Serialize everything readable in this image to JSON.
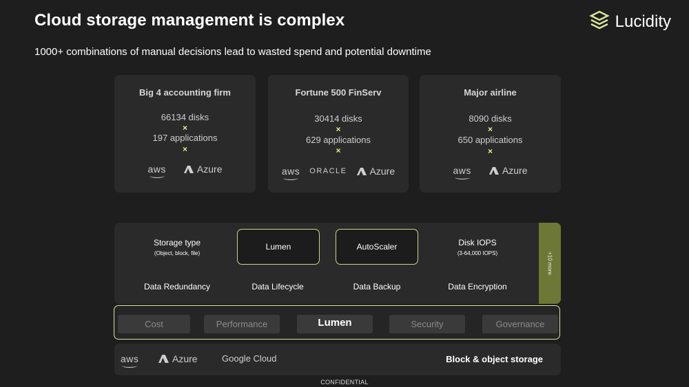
{
  "slide": {
    "title": "Cloud storage management is complex",
    "subtitle": "1000+ combinations of manual decisions lead to wasted spend and potential downtime",
    "brand": "Lucidity",
    "footer": "CONFIDENTIAL"
  },
  "cards": [
    {
      "title": "Big 4 accounting firm",
      "disks": "66134 disks",
      "x1": "×",
      "apps": "197 applications",
      "x2": "×",
      "logo_aws": "aws",
      "logo_oracle": "",
      "logo_azure": "Azure"
    },
    {
      "title": "Fortune 500 FinServ",
      "disks": "30414 disks",
      "x1": "×",
      "apps": "629 applications",
      "x2": "×",
      "logo_aws": "aws",
      "logo_oracle": "ORACLE",
      "logo_azure": "Azure"
    },
    {
      "title": "Major airline",
      "disks": "8090 disks",
      "x1": "×",
      "apps": "650 applications",
      "x2": "×",
      "logo_aws": "aws",
      "logo_oracle": "",
      "logo_azure": "Azure"
    }
  ],
  "panel": {
    "storage_type": "Storage type",
    "storage_type_sub": "(Object, block, file)",
    "lumen": "Lumen",
    "autoscaler": "AutoScaler",
    "disk_iops": "Disk IOPS",
    "disk_iops_sub": "(3-64,000 IOPS)",
    "redundancy": "Data Redundancy",
    "lifecycle": "Data Lifecycle",
    "backup": "Data Backup",
    "encryption": "Data Encryption",
    "more": "+10 more"
  },
  "lumen_bar": {
    "label": "Lumen",
    "chips": [
      "Cost",
      "Performance",
      "Security",
      "Governance"
    ]
  },
  "storage_bar": {
    "aws": "aws",
    "azure": "Azure",
    "google": "Google Cloud",
    "label": "Block & object storage"
  },
  "colors": {
    "background": "#1e1e1e",
    "card": "#2a2a2a",
    "accent": "#d8e59b",
    "more_tab": "#6d7736"
  }
}
